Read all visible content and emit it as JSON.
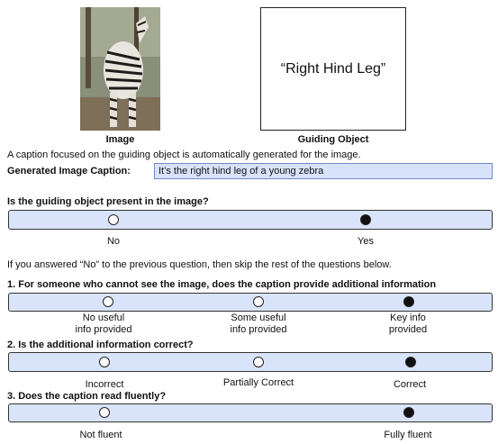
{
  "image_panel": {
    "label": "Image",
    "photo": "zebra-photo"
  },
  "guiding_panel": {
    "object_text": "“Right Hind Leg”",
    "label": "Guiding Object"
  },
  "intro_text": "A caption focused on the guiding object is automatically generated for the image.",
  "caption": {
    "label": "Generated Image Caption:",
    "value": "It’s the right hind leg of a young zebra"
  },
  "presence_question": {
    "text": "Is the guiding object present in the image?",
    "options": [
      "No",
      "Yes"
    ],
    "selected_index": 1
  },
  "skip_note": "If you answered “No” to the previous question, then skip the rest of the questions below.",
  "questions": [
    {
      "text": "1. For someone who cannot see the image, does the caption provide additional information",
      "options": [
        {
          "line1": "No useful",
          "line2": "info provided"
        },
        {
          "line1": "Some useful",
          "line2": "info provided"
        },
        {
          "line1": "Key info",
          "line2": "provided"
        }
      ],
      "selected_index": 2
    },
    {
      "text": "2. Is the additional information correct?",
      "options": [
        "Incorrect",
        "Partially Correct",
        "Correct"
      ],
      "selected_index": 2
    },
    {
      "text": "3. Does the caption read fluently?",
      "options": [
        "Not fluent",
        "Fully fluent"
      ],
      "selected_index": 1
    }
  ]
}
